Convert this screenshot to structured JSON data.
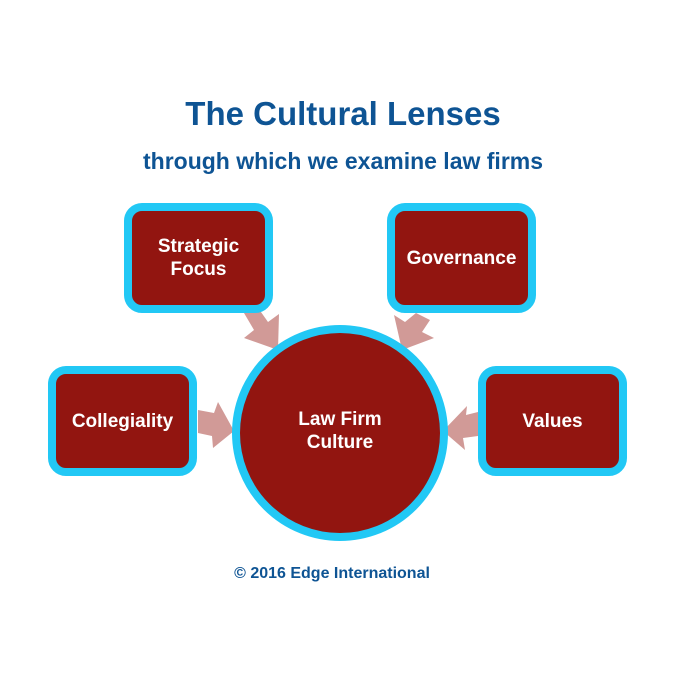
{
  "header": {
    "title": "The Cultural Lenses",
    "subtitle": "through which we examine law firms"
  },
  "diagram": {
    "center": {
      "label": "Law Firm\nCulture"
    },
    "lenses": [
      {
        "id": "strategic-focus",
        "label": "Strategic\nFocus",
        "position": "top-left"
      },
      {
        "id": "governance",
        "label": "Governance",
        "position": "top-right"
      },
      {
        "id": "collegiality",
        "label": "Collegiality",
        "position": "left"
      },
      {
        "id": "values",
        "label": "Values",
        "position": "right"
      }
    ],
    "colors": {
      "box_fill": "#921510",
      "box_border": "#22c8f5",
      "arrow": "#d19a97",
      "text": "#ffffff",
      "heading": "#0e5494"
    }
  },
  "footer": {
    "copyright": "© 2016 Edge International"
  }
}
